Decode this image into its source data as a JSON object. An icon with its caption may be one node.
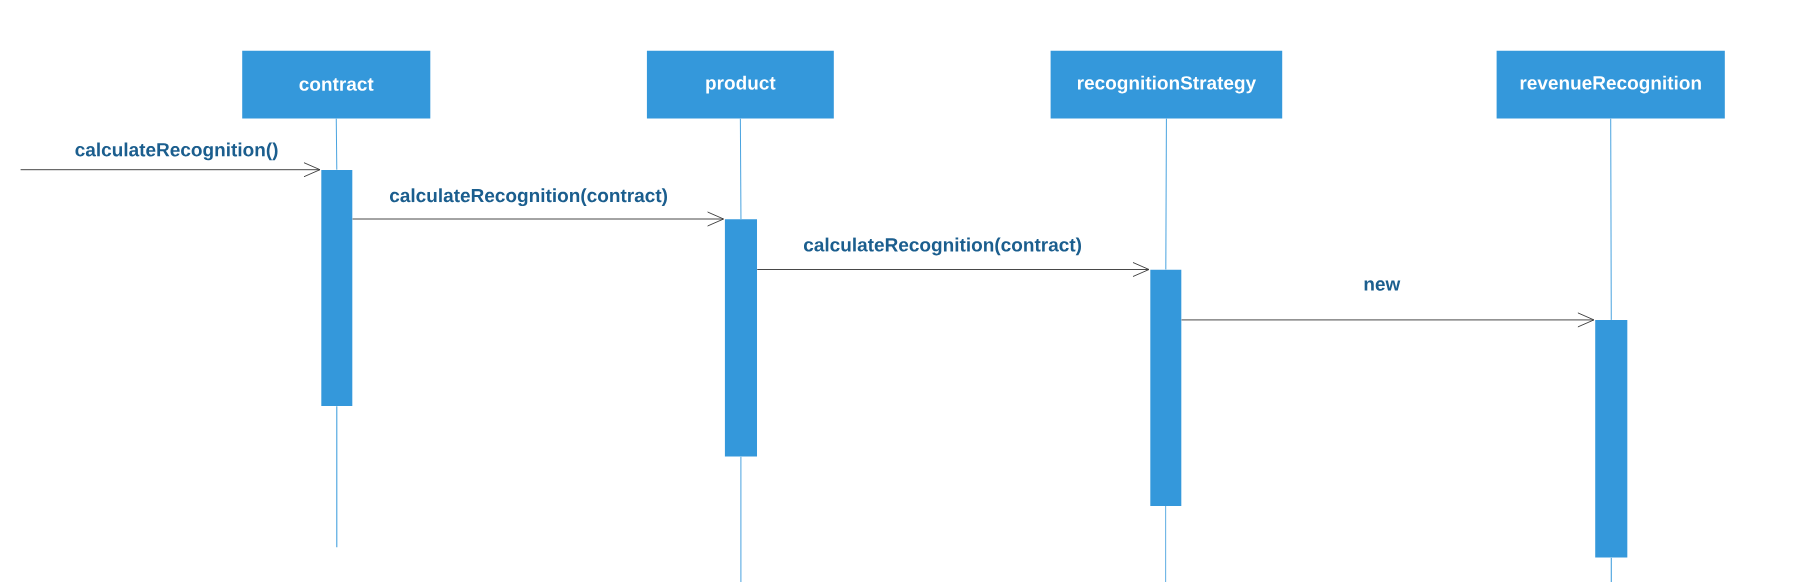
{
  "diagram": {
    "nodes": [
      {
        "text": [
          "contract"
        ]
      },
      {
        "text": [
          "product"
        ]
      },
      {
        "text": [
          "recognitionStrategy"
        ]
      },
      {
        "text": [
          "revenueRecognition"
        ]
      },
      {
        "text": [],
        "shape": "bar"
      },
      {
        "text": [],
        "shape": "bar"
      },
      {
        "text": [],
        "shape": "bar"
      },
      {
        "text": [],
        "shape": "bar"
      }
    ],
    "edges": [
      {
        "from": null,
        "to": 4,
        "arrow": "to",
        "label": "calculateRecognition()"
      },
      {
        "from": 4,
        "to": 5,
        "arrow": "to",
        "label": "calculateRecognition(contract)"
      },
      {
        "from": 5,
        "to": 6,
        "arrow": "to",
        "label": "calculateRecognition(contract)"
      },
      {
        "from": 6,
        "to": 7,
        "arrow": "to",
        "label": "new"
      },
      {
        "from": 0,
        "to": 4,
        "arrow": "none",
        "color": "#3498db"
      },
      {
        "from": 1,
        "to": 5,
        "arrow": "none",
        "color": "#3498db"
      },
      {
        "from": 2,
        "to": 6,
        "arrow": "none",
        "color": "#3498db"
      },
      {
        "from": 3,
        "to": 7,
        "arrow": "none",
        "color": "#3498db"
      }
    ]
  }
}
